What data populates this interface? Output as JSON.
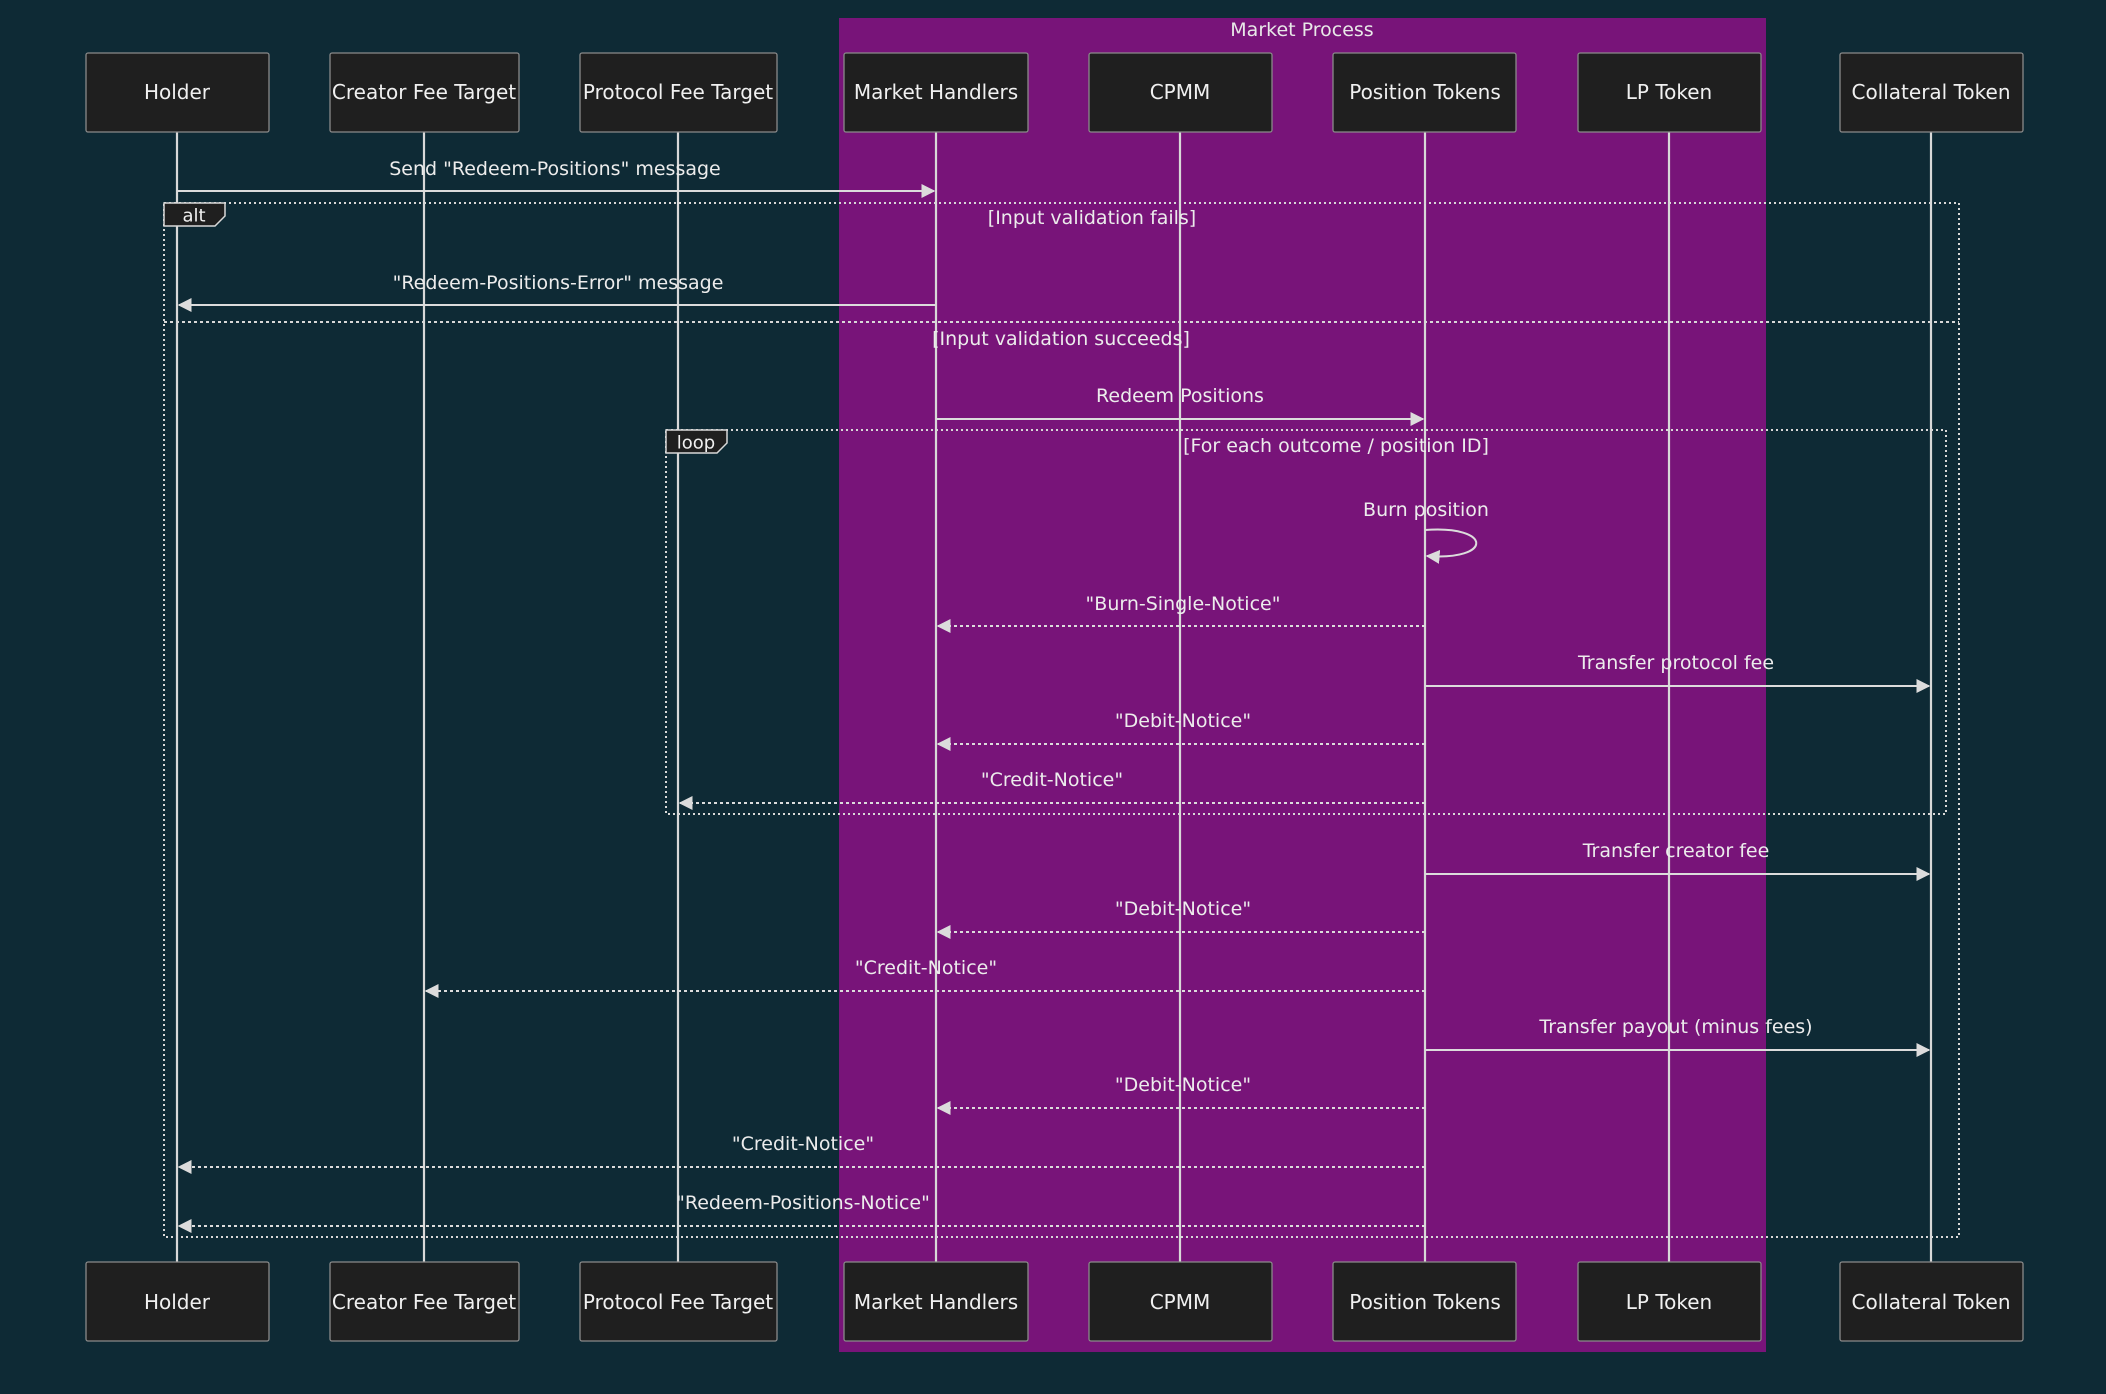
{
  "diagram": {
    "group": {
      "label": "Market Process",
      "color": "#781479"
    },
    "actors": [
      {
        "id": "holder",
        "label": "Holder"
      },
      {
        "id": "creator",
        "label": "Creator Fee Target"
      },
      {
        "id": "protocol",
        "label": "Protocol Fee Target"
      },
      {
        "id": "handlers",
        "label": "Market Handlers"
      },
      {
        "id": "cpmm",
        "label": "CPMM"
      },
      {
        "id": "ptokens",
        "label": "Position Tokens"
      },
      {
        "id": "lp",
        "label": "LP Token"
      },
      {
        "id": "collateral",
        "label": "Collateral Token"
      }
    ],
    "messages": [
      {
        "from": "holder",
        "to": "handlers",
        "label": "Send \"Redeem-Positions\" message",
        "style": "solid"
      },
      {
        "from": "handlers",
        "to": "holder",
        "label": "\"Redeem-Positions-Error\" message",
        "style": "solid"
      },
      {
        "from": "handlers",
        "to": "ptokens",
        "label": "Redeem Positions",
        "style": "solid"
      },
      {
        "from": "ptokens",
        "to": "ptokens",
        "label": "Burn position",
        "style": "solid",
        "self": true
      },
      {
        "from": "ptokens",
        "to": "handlers",
        "label": "\"Burn-Single-Notice\"",
        "style": "dashed"
      },
      {
        "from": "ptokens",
        "to": "collateral",
        "label": "Transfer protocol fee",
        "style": "solid"
      },
      {
        "from": "ptokens",
        "to": "handlers",
        "label": "\"Debit-Notice\"",
        "style": "dashed"
      },
      {
        "from": "ptokens",
        "to": "protocol",
        "label": "\"Credit-Notice\"",
        "style": "dashed"
      },
      {
        "from": "ptokens",
        "to": "collateral",
        "label": "Transfer creator fee",
        "style": "solid"
      },
      {
        "from": "ptokens",
        "to": "handlers",
        "label": "\"Debit-Notice\"",
        "style": "dashed"
      },
      {
        "from": "ptokens",
        "to": "creator",
        "label": "\"Credit-Notice\"",
        "style": "dashed"
      },
      {
        "from": "ptokens",
        "to": "collateral",
        "label": "Transfer payout (minus fees)",
        "style": "solid"
      },
      {
        "from": "ptokens",
        "to": "handlers",
        "label": "\"Debit-Notice\"",
        "style": "dashed"
      },
      {
        "from": "ptokens",
        "to": "holder",
        "label": "\"Credit-Notice\"",
        "style": "dashed"
      },
      {
        "from": "ptokens",
        "to": "holder",
        "label": "\"Redeem-Positions-Notice\"",
        "style": "dashed"
      }
    ],
    "fragments": [
      {
        "kind": "alt",
        "conditions": [
          "[Input validation fails]",
          "[Input validation succeeds]"
        ]
      },
      {
        "kind": "loop",
        "conditions": [
          "[For each outcome / position ID]"
        ]
      }
    ]
  }
}
